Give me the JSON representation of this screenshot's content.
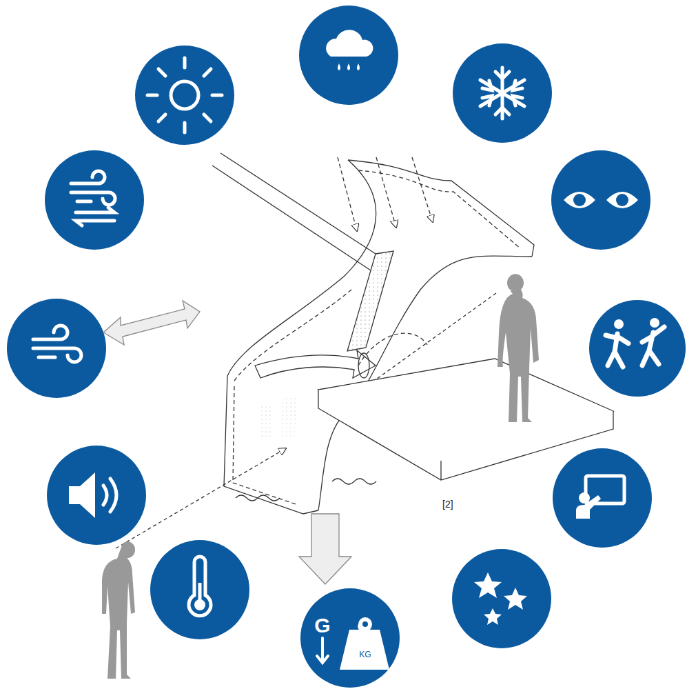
{
  "diagram": {
    "nodes": [
      {
        "text": [
          "G",
          "KG"
        ]
      }
    ],
    "labels": [
      "[2]"
    ]
  }
}
